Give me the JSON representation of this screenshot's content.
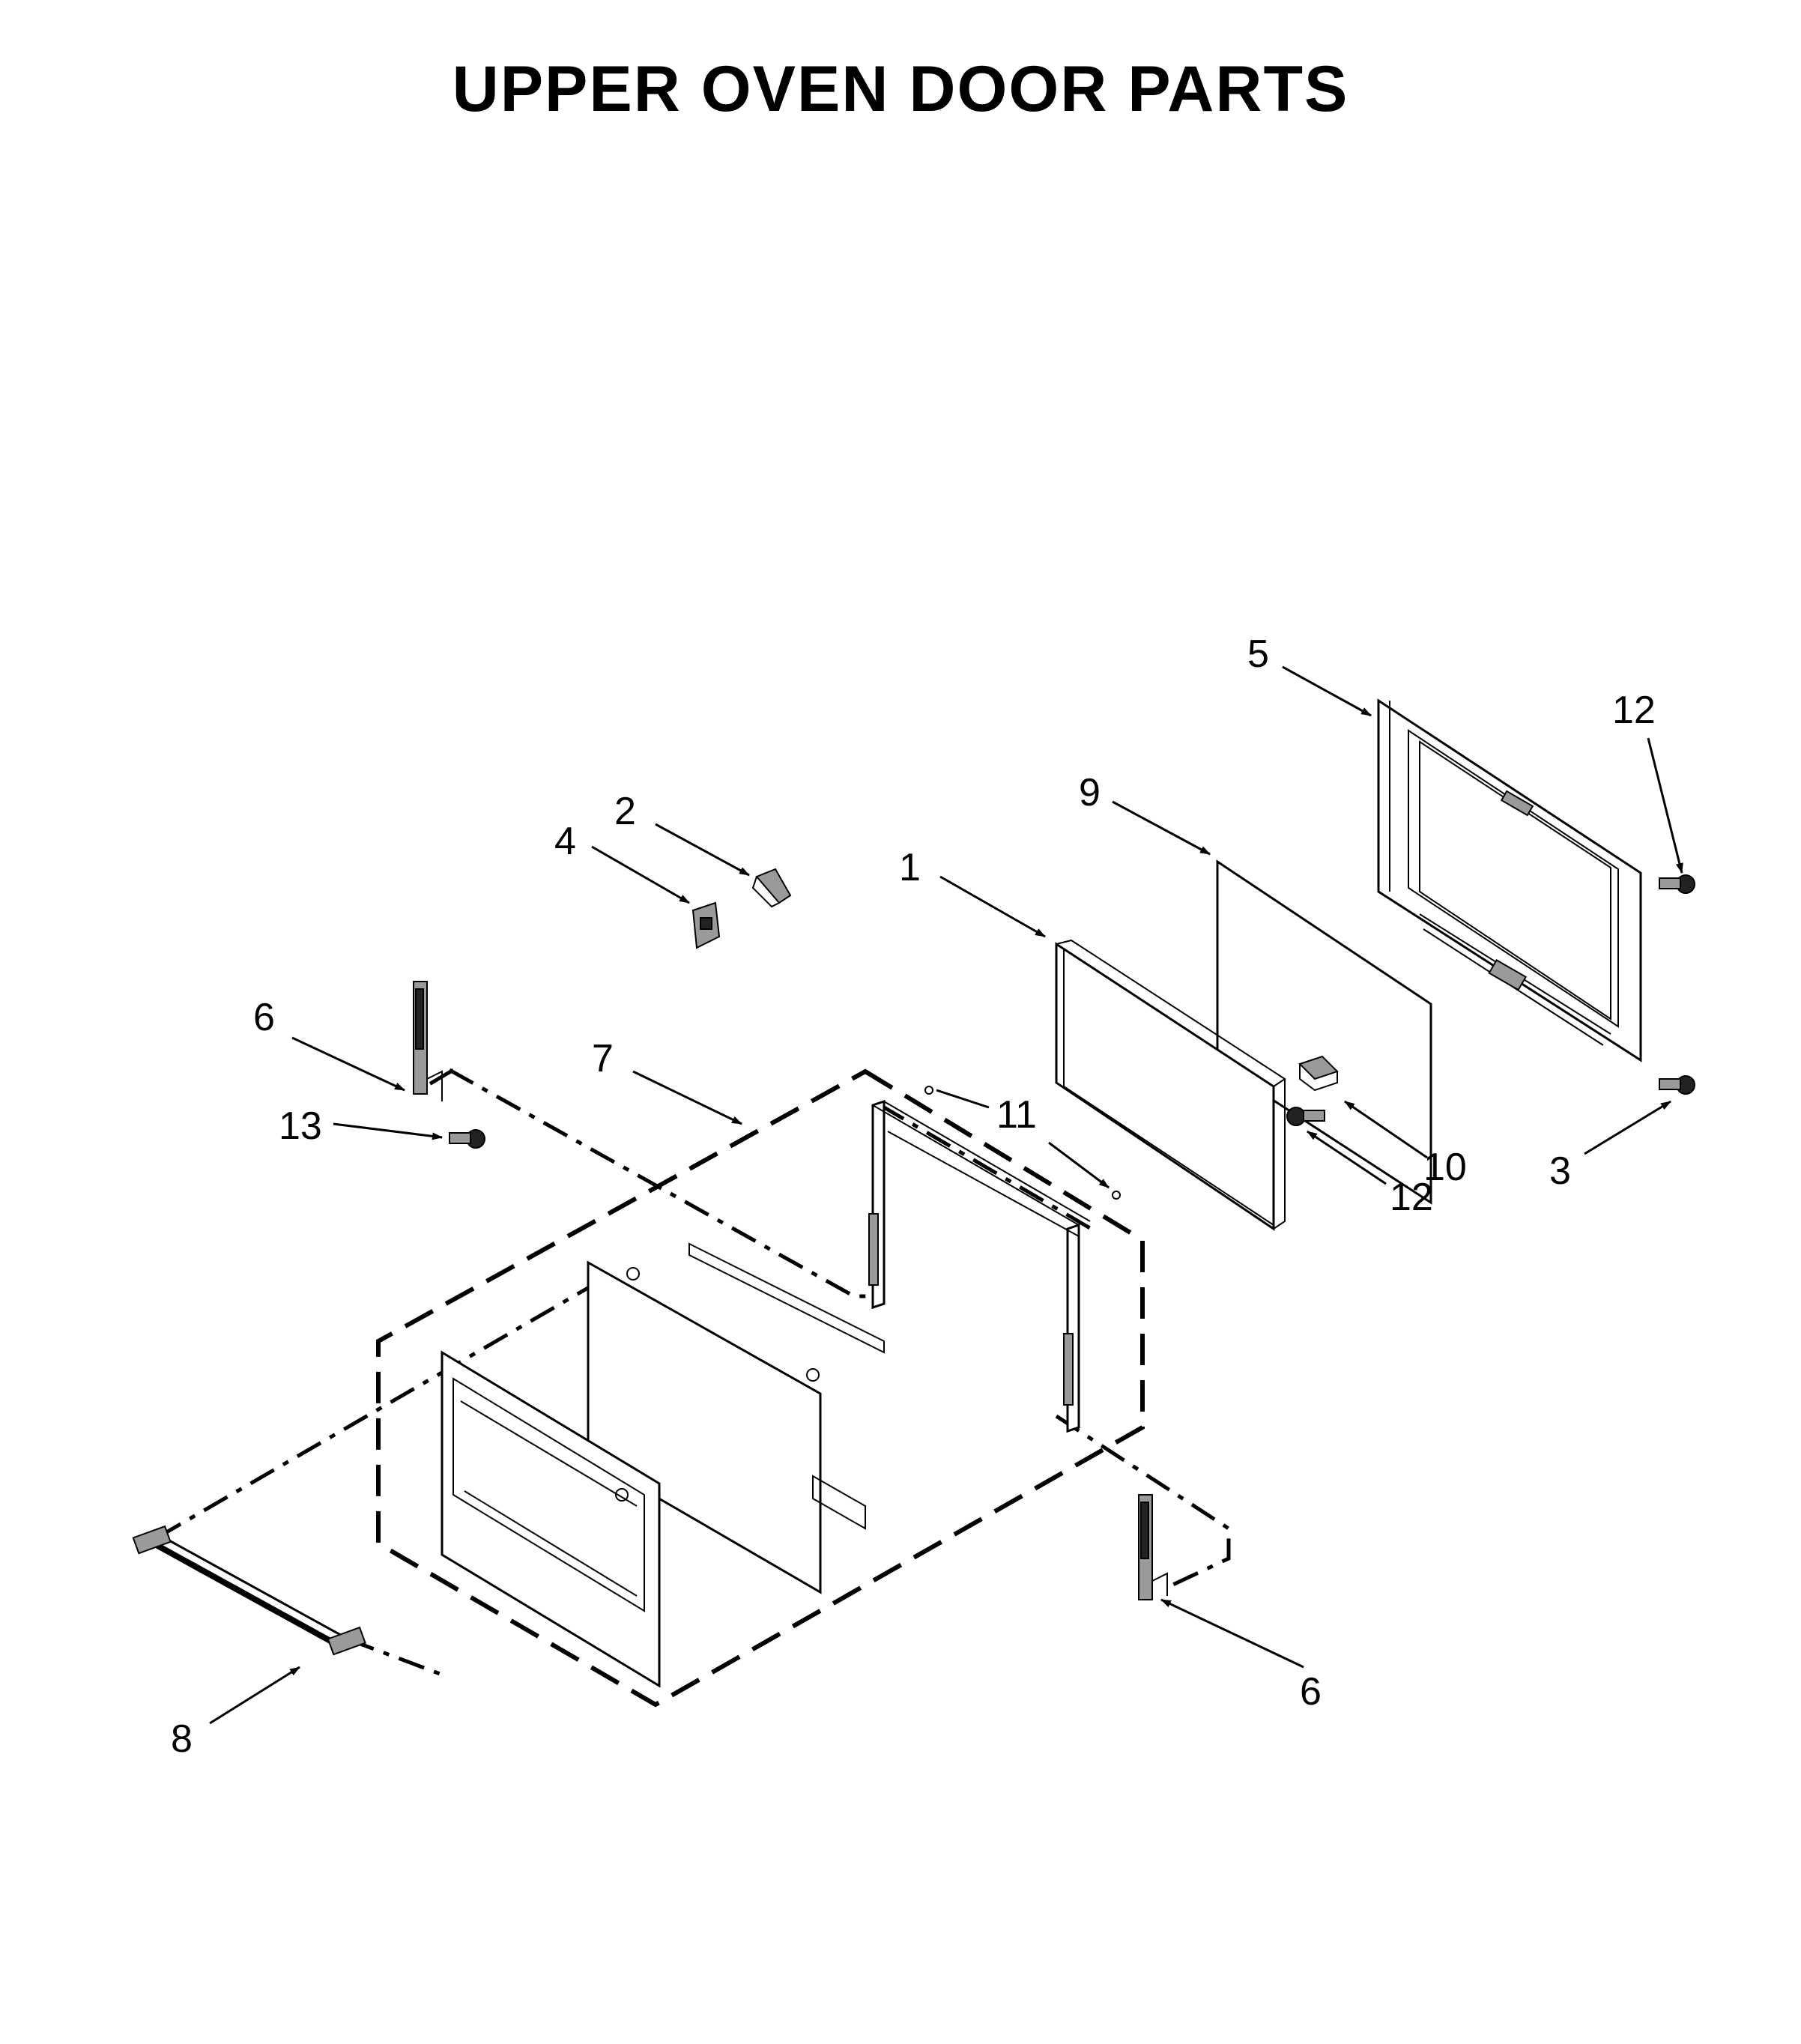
{
  "title": "UPPER OVEN DOOR PARTS",
  "callouts": {
    "c1": "1",
    "c2": "2",
    "c3": "3",
    "c4": "4",
    "c5": "5",
    "c6_left": "6",
    "c6_right": "6",
    "c7": "7",
    "c8": "8",
    "c9": "9",
    "c10": "10",
    "c11": "11",
    "c12_top": "12",
    "c12_mid": "12",
    "c13": "13"
  }
}
